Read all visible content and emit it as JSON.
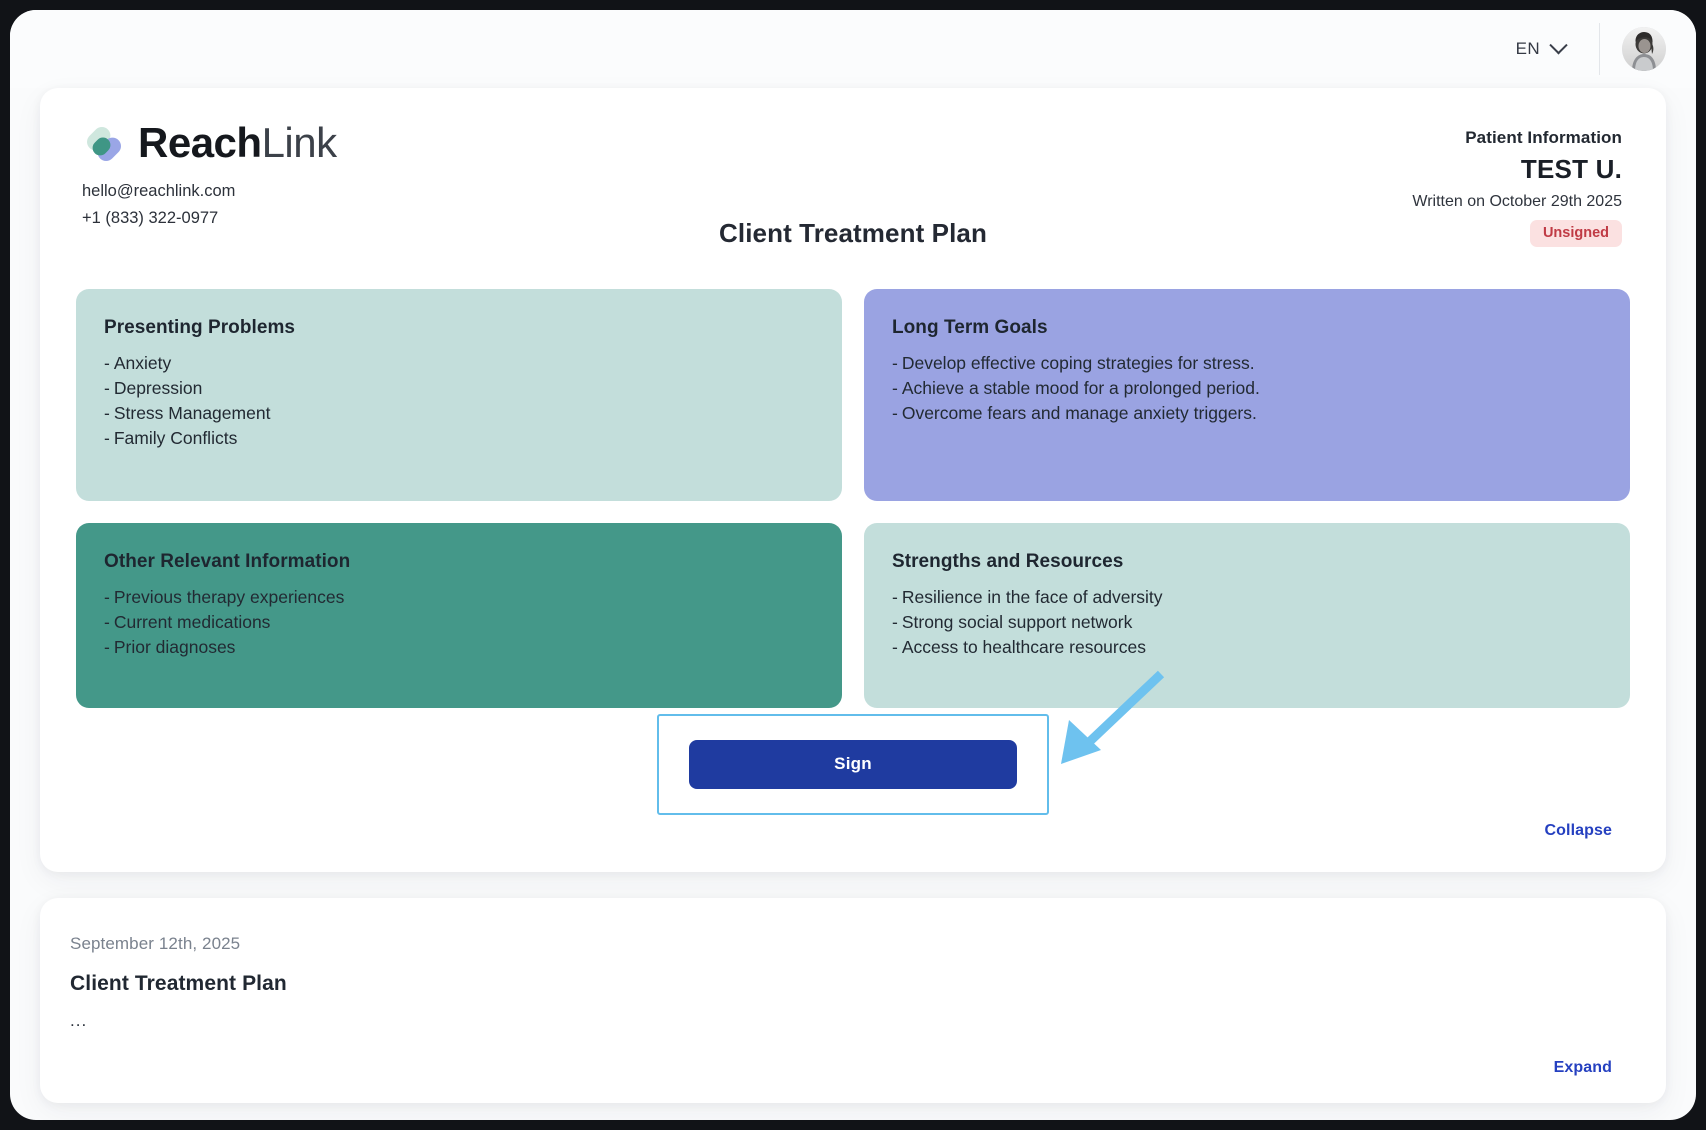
{
  "topbar": {
    "language": "EN",
    "chevron_icon": "chevron-down-icon",
    "avatar_icon": "user-avatar"
  },
  "brand": {
    "logo_icon": "reachlink-heart-logo",
    "name_bold": "Reach",
    "name_light": "Link",
    "email": "hello@reachlink.com",
    "phone": "+1 (833) 322-0977"
  },
  "document": {
    "title": "Client Treatment Plan",
    "patient_label": "Patient Information",
    "patient_name": "TEST U.",
    "written_on": "Written on October 29th 2025",
    "status_badge": "Unsigned"
  },
  "panels": [
    {
      "key": "presenting-problems",
      "heading": "Presenting Problems",
      "items": [
        "Anxiety",
        "Depression",
        "Stress Management",
        "Family Conflicts"
      ]
    },
    {
      "key": "long-term-goals",
      "heading": "Long Term Goals",
      "items": [
        "Develop effective coping strategies for stress.",
        "Achieve a stable mood for a prolonged period.",
        "Overcome fears and manage anxiety triggers."
      ]
    },
    {
      "key": "other-relevant-information",
      "heading": "Other Relevant Information",
      "items": [
        "Previous therapy experiences",
        "Current medications",
        "Prior diagnoses"
      ]
    },
    {
      "key": "strengths-and-resources",
      "heading": "Strengths and Resources",
      "items": [
        "Resilience in the face of adversity",
        "Strong social support network",
        "Access to healthcare resources"
      ]
    }
  ],
  "actions": {
    "sign_label": "Sign",
    "collapse_label": "Collapse",
    "expand_label": "Expand",
    "annotation_arrow_icon": "pointer-arrow-icon"
  },
  "previous_entry": {
    "date": "September 12th, 2025",
    "title": "Client Treatment Plan",
    "preview": "..."
  },
  "bullet_dash": "-",
  "colors": {
    "mint": "#c3dedb",
    "lavender": "#9aa3e2",
    "teal": "#449889",
    "sign_blue": "#1f3ba0",
    "highlight_blue": "#62bdeb",
    "link_blue": "#2540c0",
    "badge_bg": "#fbe1e1",
    "badge_text": "#c03b45"
  }
}
